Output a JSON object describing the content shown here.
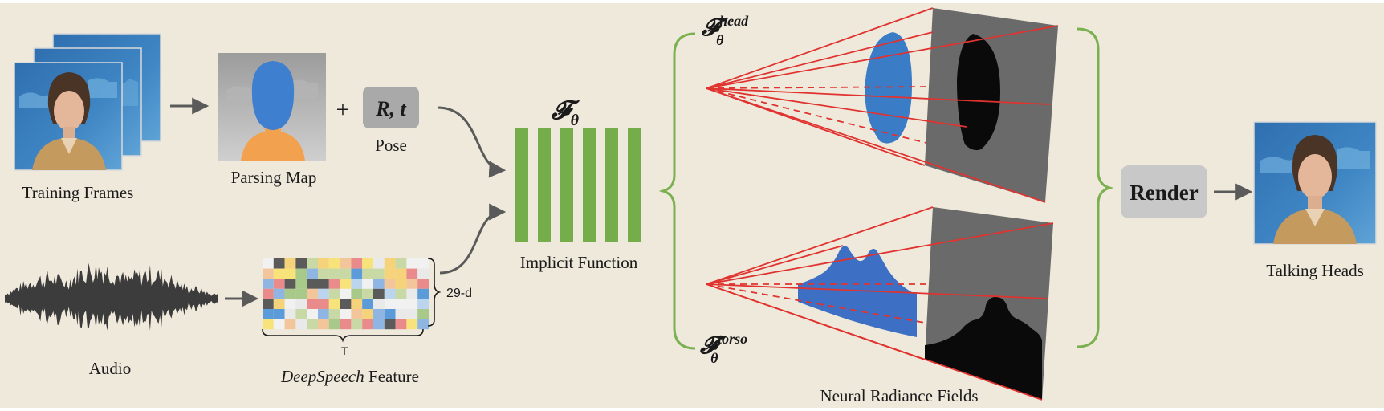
{
  "labels": {
    "training_frames": "Training Frames",
    "parsing_map": "Parsing Map",
    "pose_symbol": "R, t",
    "pose": "Pose",
    "plus": "+",
    "implicit_symbol": "𝓕",
    "implicit_sub": "θ",
    "implicit_function": "Implicit Function",
    "audio": "Audio",
    "feature_dim": "29-d",
    "feature_time": "T",
    "deepspeech_italic": "DeepSpeech",
    "deepspeech_rest": " Feature",
    "head_symbol": "𝓕",
    "head_sub": "θ",
    "head_sup": "head",
    "torso_symbol": "𝓕",
    "torso_sub": "θ",
    "torso_sup": "torso",
    "neural_radiance_fields": "Neural Radiance Fields",
    "render": "Render",
    "talking_heads": "Talking Heads"
  },
  "colors": {
    "background": "#efe9dc",
    "implicit_bars": "#76ad4b",
    "bracket": "#7ab04e",
    "ray": "#e0332f",
    "head_parse": "#3b7cc7",
    "torso_parse": "#3d6fc4",
    "plane": "#6a6a6a",
    "pose_box": "#a9a9a9",
    "render_box": "#c8c8c8",
    "arrow": "#5a5a5a"
  },
  "deepspeech_palette": [
    "#f2c59a",
    "#c9d9a6",
    "#bcd5ef",
    "#f7e37a",
    "#e98b8b",
    "#5b9bd9",
    "#5a5a5a",
    "#a8c98a",
    "#f1f1f1",
    "#e9e9e9",
    "#f6d27a",
    "#8fb6e3"
  ]
}
